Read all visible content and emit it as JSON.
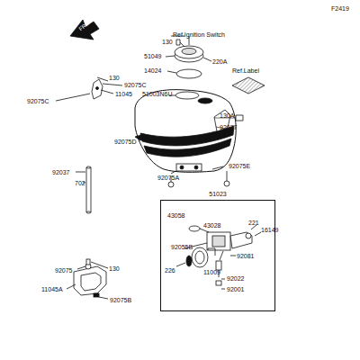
{
  "diagram": {
    "nodes": [
      {
        "text": [
          "51023"
        ]
      }
    ],
    "edges": [],
    "labels": [
      "F2419",
      "FRONT",
      "130",
      "Ref.Ignition Switch",
      "51049",
      "220A",
      "14024",
      "Ref.Label",
      "51003N6U",
      "130",
      "92075C",
      "11045",
      "92075C",
      "130A",
      "92027",
      "92075D",
      "92075E",
      "92075A",
      "92037",
      "702",
      "43058",
      "43028",
      "221",
      "16149",
      "92055B",
      "92081",
      "11009",
      "226",
      "92022",
      "92001",
      "92075",
      "130",
      "11045A",
      "92075B"
    ]
  }
}
